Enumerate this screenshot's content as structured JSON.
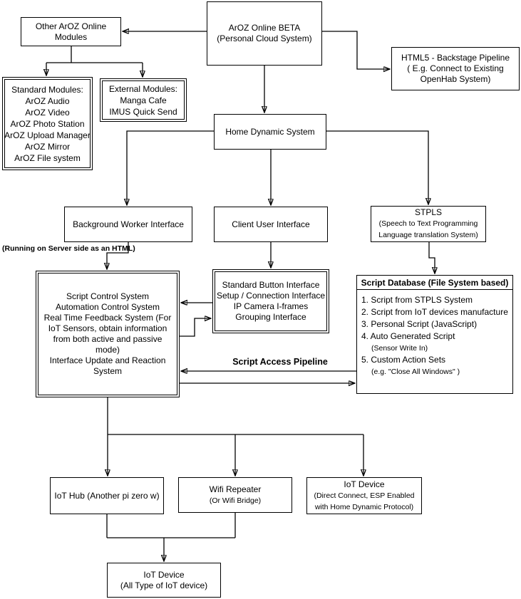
{
  "diagram": {
    "title_node": "ArOZ Online BETA",
    "colors": {
      "line": "#000000",
      "box_border": "#000000",
      "background": "#ffffff",
      "text": "#000000"
    },
    "nodes": {
      "aroz_online": {
        "lines": [
          "ArOZ Online BETA",
          "(Personal Cloud System)"
        ]
      },
      "other_modules": {
        "lines": [
          "Other ArOZ Online",
          "Modules"
        ]
      },
      "standard_modules": {
        "lines": [
          "Standard Modules:",
          "ArOZ Audio",
          "ArOZ Video",
          "ArOZ Photo Station",
          "ArOZ Upload Manager",
          "ArOZ Mirror",
          "ArOZ File system"
        ]
      },
      "external_modules": {
        "lines": [
          "External Modules:",
          "Manga Cafe",
          "IMUS Quick Send"
        ]
      },
      "html5_backstage": {
        "lines": [
          "HTML5 - Backstage Pipeline",
          "( E.g. Connect to Existing",
          "OpenHab System)"
        ]
      },
      "home_dynamic": {
        "lines": [
          "Home Dynamic System"
        ]
      },
      "background_worker": {
        "lines": [
          "Background Worker Interface"
        ]
      },
      "client_user": {
        "lines": [
          "Client User Interface"
        ]
      },
      "stpls": {
        "title": "STPLS",
        "subtitle_lines": [
          "(Speech to Text Programming",
          "Language translation System)"
        ]
      },
      "script_control": {
        "lines": [
          "Script Control System",
          "Automation Control System",
          "Real Time Feedback System (For",
          "IoT Sensors, obtain information",
          "from both active and passive",
          "mode)",
          "Interface Update and Reaction",
          "System"
        ]
      },
      "standard_button": {
        "lines": [
          "Standard Button Interface",
          "Setup / Connection Interface",
          "IP Camera I-frames",
          "Grouping Interface"
        ]
      },
      "script_database": {
        "title": "Script Database (File System based)",
        "items": [
          "1. Script from STPLS System",
          "2. Script from IoT devices manufacture",
          "3. Personal Script (JavaScript)",
          "4. Auto Generated Script",
          "(Sensor Write In)",
          "5. Custom Action Sets",
          "(e.g. \"Close All Windows\" )"
        ]
      },
      "iot_hub": {
        "lines": [
          "IoT Hub (Another pi zero w)"
        ]
      },
      "wifi_repeater": {
        "title": "Wifi Repeater",
        "subtitle_lines": [
          "(Or Wifi Bridge)"
        ]
      },
      "iot_device_direct": {
        "title": "IoT Device",
        "subtitle_lines": [
          "(Direct Connect, ESP Enabled",
          "with Home Dynamic Protocol)"
        ]
      },
      "iot_device_all": {
        "lines": [
          "IoT Device",
          "(All Type of IoT device)"
        ]
      }
    },
    "labels": {
      "running_note": "(Running on Server side as an HTML)",
      "script_access_pipeline": "Script Access Pipeline"
    },
    "edges": [
      {
        "from": "aroz-online",
        "to": "other-aroz-online-modules"
      },
      {
        "from": "other-aroz-online-modules",
        "to": "standard-modules"
      },
      {
        "from": "other-aroz-online-modules",
        "to": "external-modules"
      },
      {
        "from": "aroz-online",
        "to": "html5-backstage-pipeline"
      },
      {
        "from": "aroz-online",
        "to": "home-dynamic-system"
      },
      {
        "from": "home-dynamic-system",
        "to": "background-worker-interface"
      },
      {
        "from": "home-dynamic-system",
        "to": "client-user-interface"
      },
      {
        "from": "home-dynamic-system",
        "to": "stpls"
      },
      {
        "from": "background-worker-interface",
        "to": "script-control-system"
      },
      {
        "from": "client-user-interface",
        "to": "standard-button-interface"
      },
      {
        "from": "stpls",
        "to": "script-database"
      },
      {
        "from": "standard-button-interface",
        "to": "script-control-system"
      },
      {
        "from": "script-control-system",
        "to": "standard-button-interface"
      },
      {
        "from": "script-database",
        "to": "script-control-system",
        "label": "Script Access Pipeline"
      },
      {
        "from": "script-control-system",
        "to": "script-database",
        "label": "Script Access Pipeline"
      },
      {
        "from": "script-control-system",
        "to": "iot-hub"
      },
      {
        "from": "script-control-system",
        "to": "wifi-repeater"
      },
      {
        "from": "script-control-system",
        "to": "iot-device-direct"
      },
      {
        "from": "iot-hub",
        "to": "iot-device-all"
      },
      {
        "from": "wifi-repeater",
        "to": "iot-device-all"
      }
    ]
  }
}
